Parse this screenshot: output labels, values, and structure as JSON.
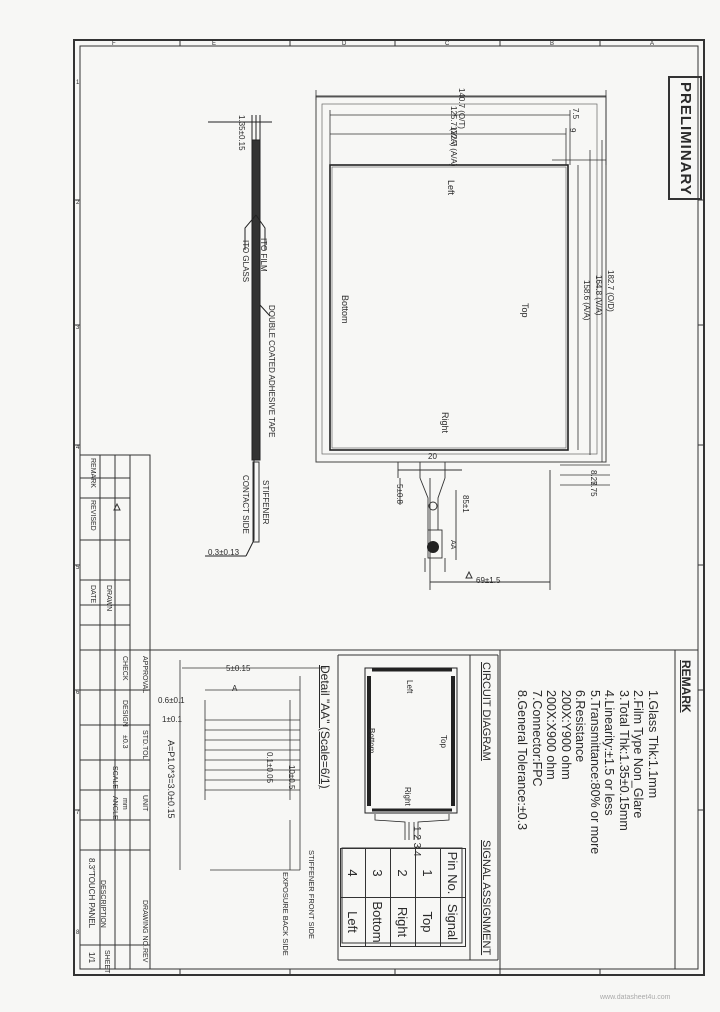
{
  "stamp": "PRELIMINARY",
  "dims": {
    "d1": "140.7 (O/T)",
    "d2": "125.7 (V/A)",
    "d3": "122.7 (A/A)",
    "r1": "7.5",
    "r2": "9",
    "thk": "1.35±0.15",
    "h1": "182.7 (O/D)",
    "h2": "164.8 (V/A)",
    "h3": "158.6 (A/A)",
    "b1": "8.25",
    "b2": "7.75",
    "tail_w": "20",
    "tail_a": "5±0.8",
    "tail_len": "85±1",
    "tail_d": "69±1.5",
    "stiff": "0.3±0.13"
  },
  "side_labels": {
    "ito_film": "ITO FILM",
    "ito_glass": "ITO GLASS",
    "tape": "DOUBLE COATED ADHESIVE TAPE",
    "stiffener": "STIFFENER",
    "contact": "CONTACT SIDE"
  },
  "panel_labels": {
    "left": "Left",
    "bottom": "Bottom",
    "top": "Top",
    "right": "Right",
    "aa": "AA"
  },
  "remark": {
    "title": "REMARK",
    "items": [
      "1.Glass Thk:1.1mm",
      "2.Film Type Non_Glare",
      "3.Total Thk:1.35±0.15mm",
      "4.Linearity:±1.5 or less",
      "5.Transmittance:80% or more",
      "6.Resistance",
      "   200X:Y900 ohm",
      "   200X:X900 ohm",
      "7.Connector:FPC",
      "8.General Tolerance:±0.3"
    ]
  },
  "circuit": {
    "title": "CIRCUIT DIAGRAM",
    "left": "Left",
    "top": "Top",
    "bottom": "Bottom",
    "right": "Right",
    "pins": "1 2 3 4"
  },
  "signal": {
    "title": "SIGNAL ASSIGNMENT",
    "header": [
      "Pin No.",
      "Signal"
    ],
    "rows": [
      [
        "1",
        "Top"
      ],
      [
        "2",
        "Right"
      ],
      [
        "3",
        "Bottom"
      ],
      [
        "4",
        "Left"
      ]
    ]
  },
  "detail": {
    "title": "Detail \"AA\" (Scale=6/1)",
    "w": "5±0.15",
    "a": "A",
    "p1": "0.6±0.1",
    "p2": "1±0.1",
    "p3": "0.1±0.05",
    "len": "10±0.5",
    "formula": "A=P1.0*3=3.0±0.15",
    "stiff_front": "STIFFENER FRONT SIDE",
    "exposure": "EXPOSURE BACK SIDE"
  },
  "title_block": {
    "approval": "APPROVAL",
    "check": "CHECK",
    "std_tol": "STD.TOL",
    "tol_val": "±0.3",
    "unit": "UNIT",
    "unit_val": "mm",
    "scale": "SCALE",
    "angle": "ANGLE",
    "drawing_no": "DRAWING NO.",
    "description": "DESCRIPTION",
    "desc_val": "8.3\"TOUCH PANEL",
    "rev": "REV",
    "sheet": "SHEET",
    "sheet_val": "1/1",
    "design": "DESIGN",
    "drawn": "DRAWN",
    "date": "DATE",
    "revised": "REVISED",
    "remark": "REMARK"
  },
  "border": {
    "cols": [
      "F",
      "E",
      "D",
      "C",
      "B",
      "A"
    ],
    "rows": [
      "1",
      "2",
      "3",
      "4",
      "5",
      "6",
      "7",
      "8"
    ]
  },
  "footer": "www.datasheet4u.com"
}
